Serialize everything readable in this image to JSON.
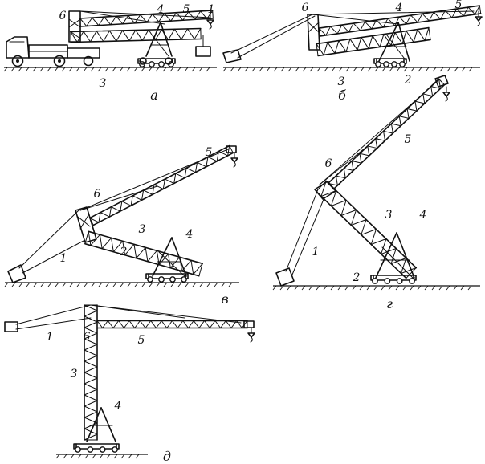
{
  "figure": {
    "panels": [
      {
        "id": "a",
        "caption": "а",
        "labels": [
          "6",
          "4",
          "5",
          "1",
          "3"
        ]
      },
      {
        "id": "b",
        "caption": "б",
        "labels": [
          "6",
          "4",
          "5",
          "3",
          "2"
        ]
      },
      {
        "id": "v",
        "caption": "в",
        "labels": [
          "5",
          "6",
          "3",
          "4",
          "1",
          "2"
        ]
      },
      {
        "id": "g",
        "caption": "г",
        "labels": [
          "6",
          "5",
          "3",
          "4",
          "1",
          "2"
        ]
      },
      {
        "id": "d",
        "caption": "д",
        "labels": [
          "1",
          "6",
          "5",
          "3",
          "4"
        ]
      }
    ]
  }
}
